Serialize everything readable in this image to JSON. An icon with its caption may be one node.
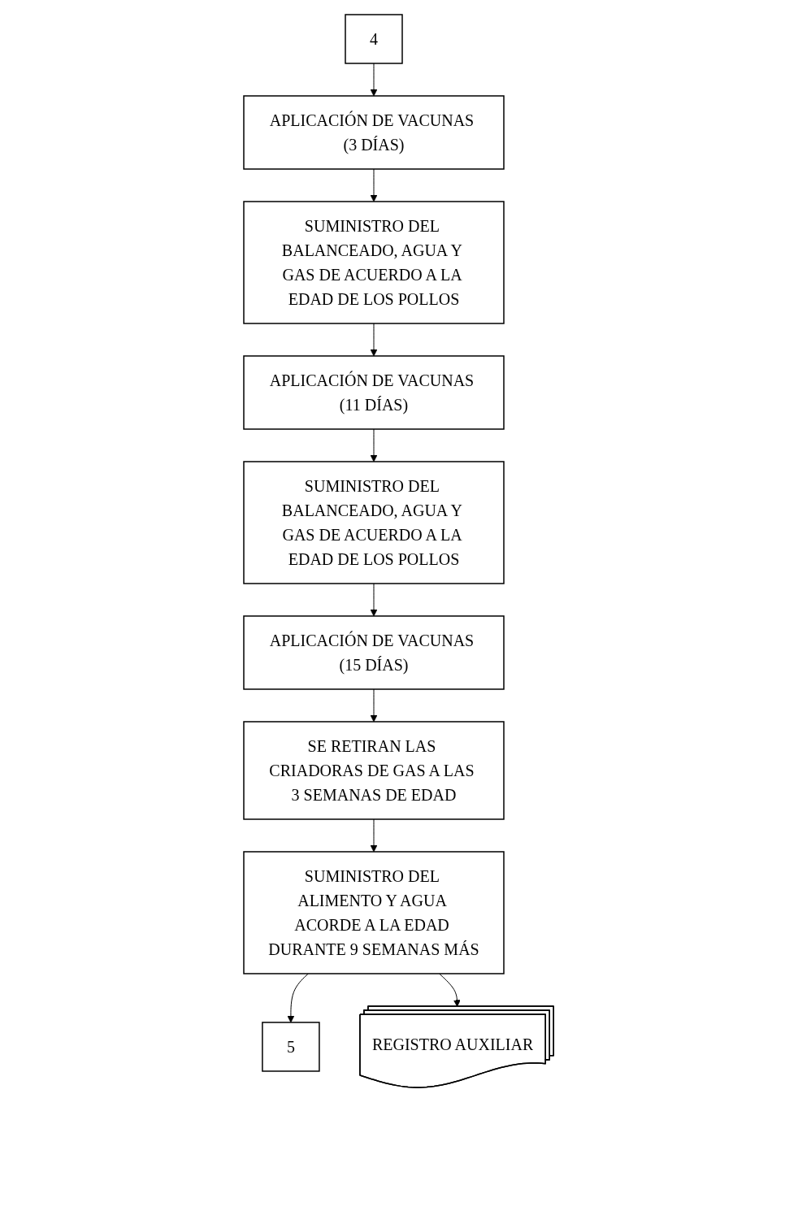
{
  "diagram": {
    "nodes": [
      {
        "text": [
          "4"
        ]
      },
      {
        "text": [
          "APLICACIÓN DE VACUNAS (3 DÍAS)"
        ]
      },
      {
        "text": [
          "SUMINISTRO DEL BALANCEADO, AGUA Y GAS DE ACUERDO A LA EDAD DE LOS POLLOS"
        ]
      },
      {
        "text": [
          "APLICACIÓN DE VACUNAS (11 DÍAS)"
        ]
      },
      {
        "text": [
          "SUMINISTRO DEL BALANCEADO, AGUA Y GAS DE ACUERDO A LA EDAD DE LOS POLLOS"
        ]
      },
      {
        "text": [
          "APLICACIÓN DE VACUNAS (15 DÍAS)"
        ]
      },
      {
        "text": [
          "SE RETIRAN LAS CRIADORAS DE GAS A LAS 3 SEMANAS DE EDAD"
        ]
      },
      {
        "text": [
          "SUMINISTRO DEL ALIMENTO Y AGUA ACORDE A LA EDAD DURANTE 9 SEMANAS MÁS"
        ]
      },
      {
        "text": [
          "5"
        ]
      },
      {
        "text": [
          "REGISTRO AUXILIAR"
        ]
      }
    ],
    "edges": [
      {
        "from": 0,
        "to": 1,
        "arrow": "to"
      },
      {
        "from": 1,
        "to": 2,
        "arrow": "to"
      },
      {
        "from": 2,
        "to": 3,
        "arrow": "to"
      },
      {
        "from": 3,
        "to": 4,
        "arrow": "to"
      },
      {
        "from": 4,
        "to": 5,
        "arrow": "to"
      },
      {
        "from": 5,
        "to": 6,
        "arrow": "to"
      },
      {
        "from": 6,
        "to": 7,
        "arrow": "to"
      },
      {
        "from": 7,
        "to": 8,
        "arrow": "to"
      },
      {
        "from": 7,
        "to": 9,
        "arrow": "to"
      }
    ]
  }
}
